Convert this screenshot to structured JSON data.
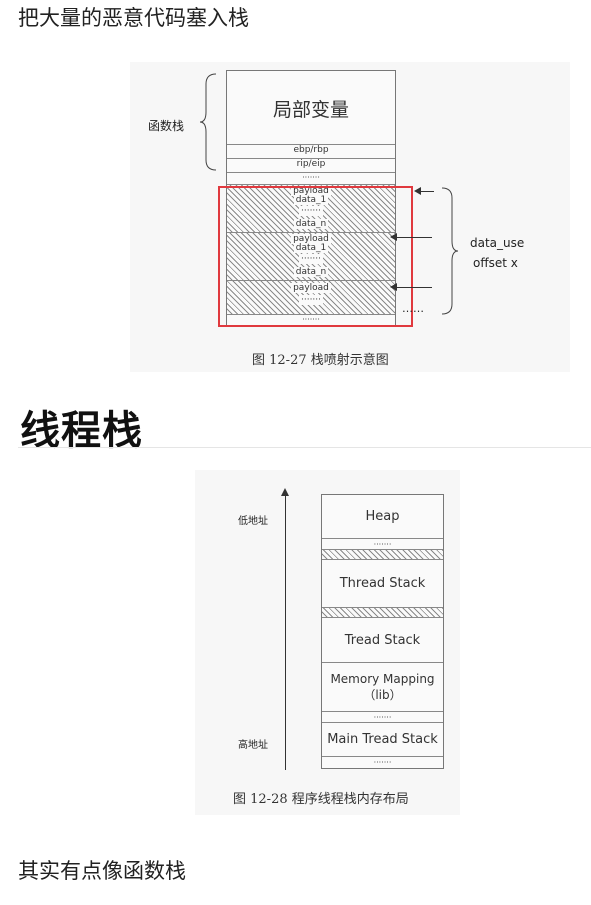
{
  "intro_text": "把大量的恶意代码塞入栈",
  "figure1": {
    "func_stack_label": "函数栈",
    "local_vars": "局部变量",
    "ebp": "ebp/rbp",
    "eip": "rip/eip",
    "dots": "·······",
    "payload": "payload",
    "data_1": "data_1",
    "data_n": "data_n",
    "data_use": "data_use",
    "offset": "offset x",
    "side_dots": "……",
    "caption": "图 12-27    栈喷射示意图"
  },
  "heading": "线程栈",
  "figure2": {
    "low_addr": "低地址",
    "high_addr": "高地址",
    "heap": "Heap",
    "thread_stack_1": "Thread Stack",
    "tread_stack": "Tread Stack",
    "memory_mapping": "Memory Mapping",
    "lib": "（lib）",
    "main_tread_stack": "Main Tread Stack",
    "dots": "·······",
    "caption": "图 12-28    程序线程栈内存布局"
  },
  "outro_text": "其实有点像函数栈",
  "colors": {
    "highlight_box": "#e0393e"
  }
}
